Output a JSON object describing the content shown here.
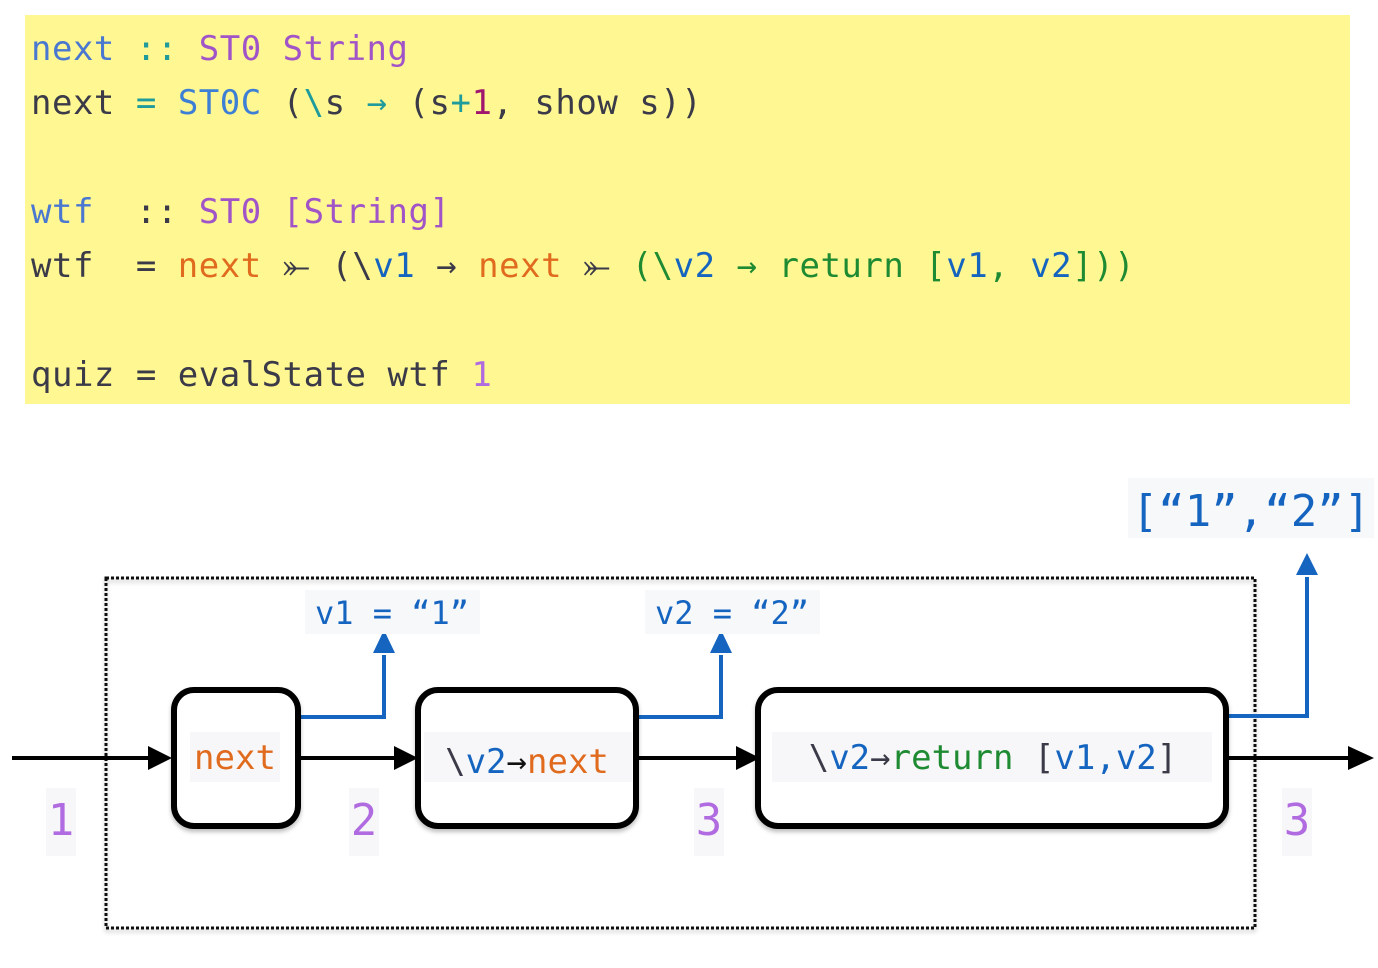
{
  "code": {
    "lines": [
      [
        {
          "t": "next",
          "c": "c-def"
        },
        {
          "t": " :: ",
          "c": "c-op"
        },
        {
          "t": "ST0 String",
          "c": "c-type"
        }
      ],
      [
        {
          "t": "next ",
          "c": "c-plain"
        },
        {
          "t": "= ",
          "c": "c-op"
        },
        {
          "t": "ST0C ",
          "c": "c-con"
        },
        {
          "t": "(",
          "c": "c-plain"
        },
        {
          "t": "\\",
          "c": "c-op"
        },
        {
          "t": "s ",
          "c": "c-plain"
        },
        {
          "t": "→ ",
          "c": "c-op"
        },
        {
          "t": "(s",
          "c": "c-plain"
        },
        {
          "t": "+",
          "c": "c-op"
        },
        {
          "t": "1",
          "c": "c-num"
        },
        {
          "t": ", show s))",
          "c": "c-plain"
        }
      ],
      [
        {
          "t": "wtf",
          "c": "c-def"
        },
        {
          "t": "  :: ",
          "c": "c-plain"
        },
        {
          "t": "ST0 [String]",
          "c": "c-type"
        }
      ],
      [
        {
          "t": "wtf  = ",
          "c": "c-plain"
        },
        {
          "t": "next ",
          "c": "c-next"
        },
        {
          "t": "⤜ (",
          "c": "c-plain"
        },
        {
          "t": "\\",
          "c": "c-plain"
        },
        {
          "t": "v1 ",
          "c": "c-var"
        },
        {
          "t": "→ ",
          "c": "c-plain"
        },
        {
          "t": "next ",
          "c": "c-next"
        },
        {
          "t": "⤜ ",
          "c": "c-plain"
        },
        {
          "t": "(\\",
          "c": "c-green"
        },
        {
          "t": "v2 ",
          "c": "c-var"
        },
        {
          "t": "→ ",
          "c": "c-green"
        },
        {
          "t": "return [",
          "c": "c-green"
        },
        {
          "t": "v1",
          "c": "c-var"
        },
        {
          "t": ", ",
          "c": "c-green"
        },
        {
          "t": "v2",
          "c": "c-var"
        },
        {
          "t": "]))",
          "c": "c-green"
        }
      ],
      [
        {
          "t": "quiz = evalState wtf ",
          "c": "c-plain"
        },
        {
          "t": "1",
          "c": "c-numv"
        }
      ]
    ]
  },
  "diagram": {
    "states": [
      "1",
      "2",
      "3",
      "3"
    ],
    "boxes": [
      {
        "parts": [
          {
            "t": "next",
            "c": "#e06b1f"
          }
        ]
      },
      {
        "parts": [
          {
            "t": "\\",
            "c": "#3a3a48"
          },
          {
            "t": "v2",
            "c": "#1565c0"
          },
          {
            "t": "→",
            "c": "#111111"
          },
          {
            "t": "next",
            "c": "#e06b1f"
          }
        ]
      },
      {
        "parts": [
          {
            "t": "\\",
            "c": "#3a3a48"
          },
          {
            "t": "v2",
            "c": "#1565c0"
          },
          {
            "t": "→",
            "c": "#3a3a48"
          },
          {
            "t": "return ",
            "c": "#1e8a32"
          },
          {
            "t": "[",
            "c": "#3a3a48"
          },
          {
            "t": "v1,v2",
            "c": "#1565c0"
          },
          {
            "t": "]",
            "c": "#3a3a48"
          }
        ]
      }
    ],
    "outputs": [
      "v1 = “1”",
      "v2 = “2”"
    ],
    "result": "[“1”,“2”]",
    "colors": {
      "state": "#b06be0",
      "output": "#1565c0",
      "arrow": "#000000",
      "highlight_bg": "#fff792"
    }
  }
}
